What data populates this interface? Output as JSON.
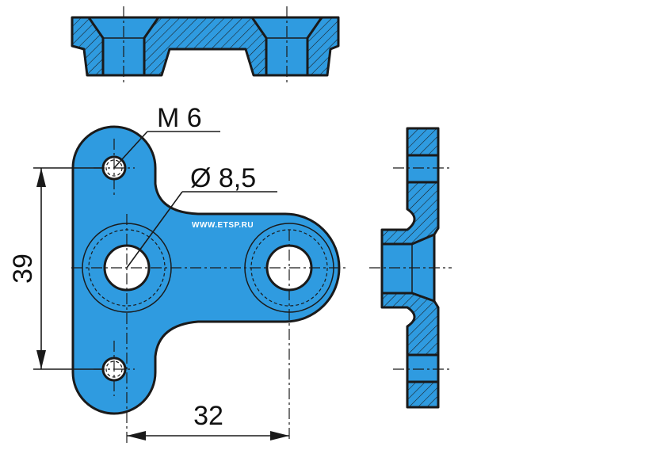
{
  "labels": {
    "thread": "M 6",
    "hole_diameter": "Ø 8,5",
    "height_dim": "39",
    "spacing_dim": "32",
    "watermark": "WWW.ETSP.RU"
  },
  "colors": {
    "part_fill": "#2f9be0",
    "outline": "#1a1a1a",
    "background": "#ffffff"
  }
}
